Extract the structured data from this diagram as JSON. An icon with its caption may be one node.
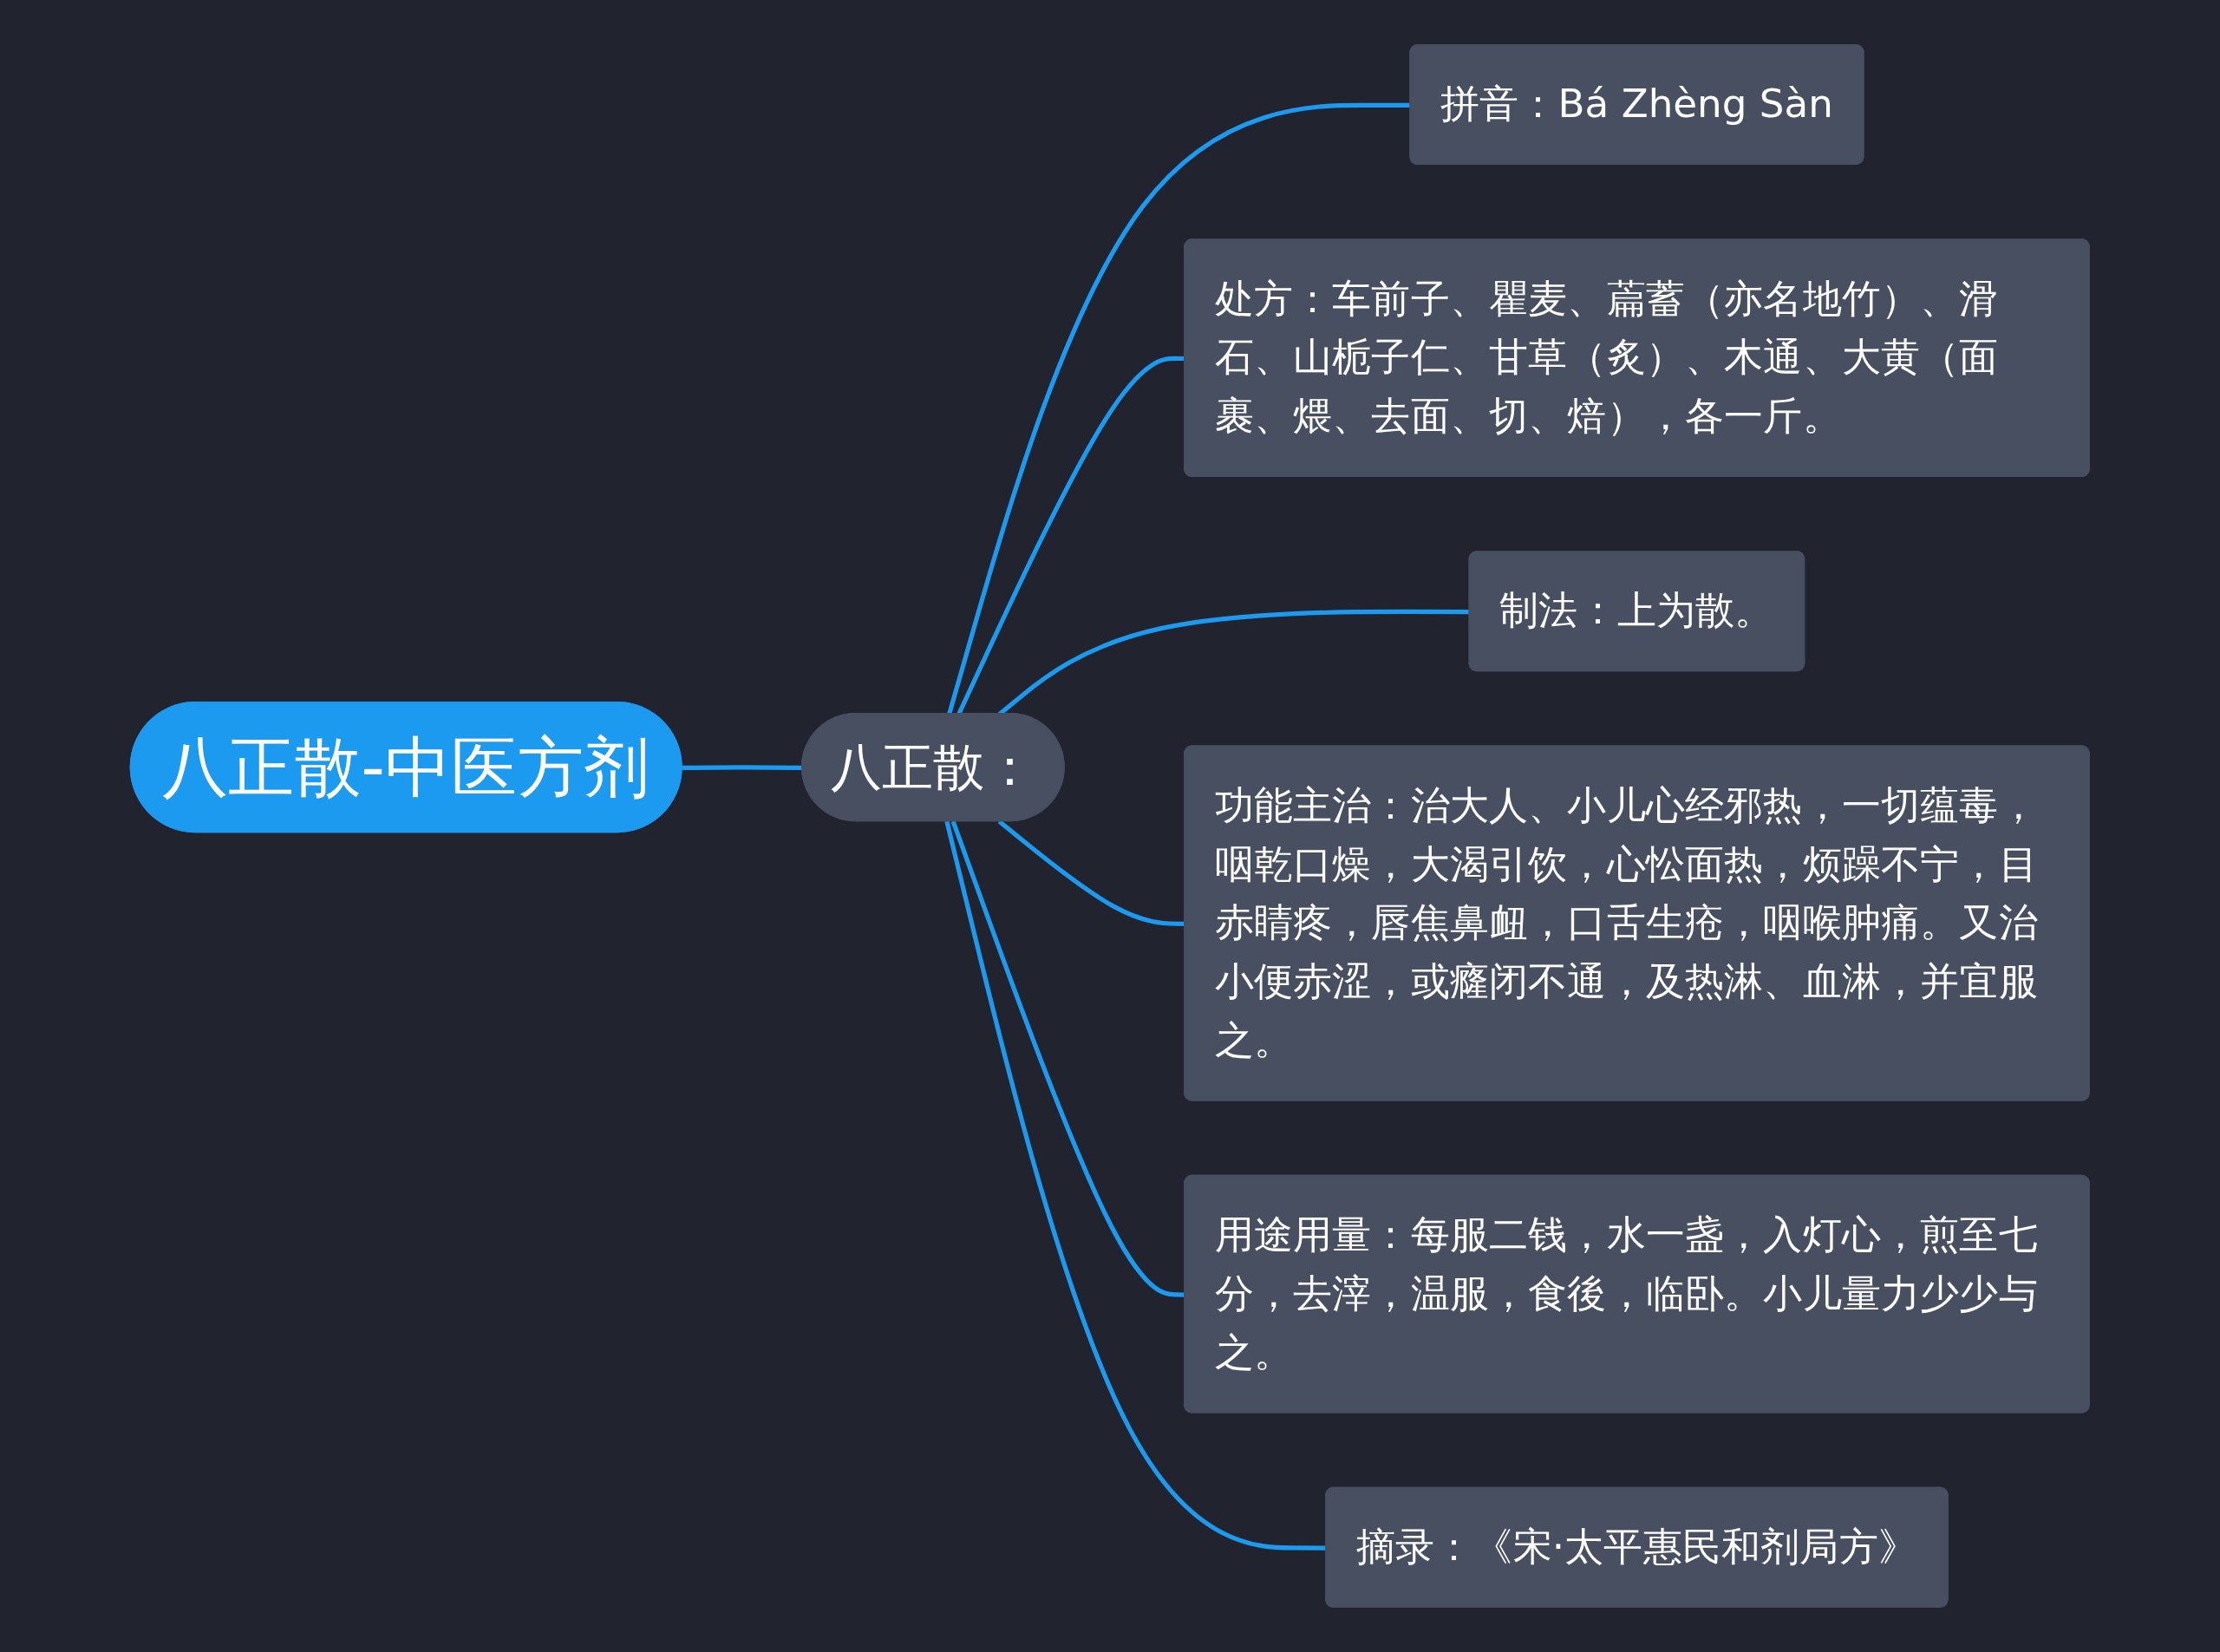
{
  "diagram": {
    "nodes": [
      {
        "text": [
          "八正散-中医方剂"
        ]
      },
      {
        "text": [
          "八正散："
        ]
      },
      {
        "text": [
          "拼音：Bá Zhèng Sàn"
        ]
      },
      {
        "text": [
          "处方：车前子、瞿麦、萹蓄（亦名地竹）、滑石、山栀子仁、甘草（炙）、木通、大黄（面裹、煨、去面、切、焙），各一斤。"
        ]
      },
      {
        "text": [
          "制法：上为散。"
        ]
      },
      {
        "text": [
          "功能主治：治大人、小儿心经邪热，一切蕴毒，咽乾口燥，大渴引饮，心忪面热，烦躁不宁，目赤睛疼，唇焦鼻衄，口舌生疮，咽喉肿痛。又治小便赤涩，或癃闭不通，及热淋、血淋，并宜服之。"
        ]
      },
      {
        "text": [
          "用途用量：每服二钱，水一盏，入灯心，煎至七分，去滓，温服，食後，临卧。小儿量力少少与之。"
        ]
      },
      {
        "text": [
          "摘录：《宋·太平惠民和剂局方》"
        ]
      }
    ],
    "edges": [
      {
        "from": 0,
        "to": 1,
        "arrow": "none"
      },
      {
        "from": 1,
        "to": 2,
        "arrow": "none"
      },
      {
        "from": 1,
        "to": 3,
        "arrow": "none"
      },
      {
        "from": 1,
        "to": 4,
        "arrow": "none"
      },
      {
        "from": 1,
        "to": 5,
        "arrow": "none"
      },
      {
        "from": 1,
        "to": 6,
        "arrow": "none"
      },
      {
        "from": 1,
        "to": 7,
        "arrow": "none"
      }
    ]
  }
}
